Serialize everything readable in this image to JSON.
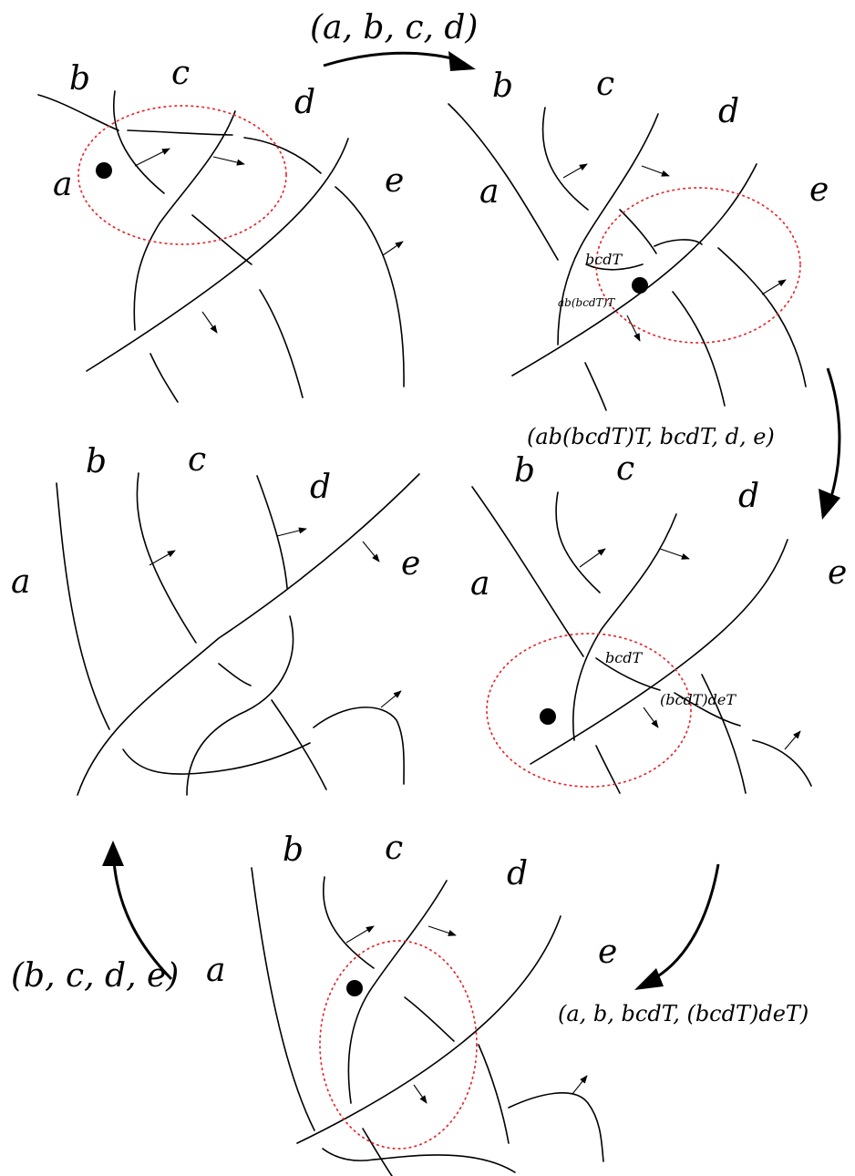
{
  "moves": [
    {
      "label": "(a, b, c, d)"
    },
    {
      "label": "(ab(bcdT)T, bcdT, d, e)"
    },
    {
      "label": "(a, b, bcdT, (bcdT)deT)"
    },
    {
      "label": "(b, c, d, e)"
    }
  ],
  "panels": [
    {
      "strand_labels": [
        "a",
        "b",
        "c",
        "d",
        "e"
      ]
    },
    {
      "strand_labels": [
        "a",
        "b",
        "c",
        "d",
        "e"
      ],
      "annotations": [
        "bcdT",
        "ab(bcdT)T"
      ]
    },
    {
      "strand_labels": [
        "a",
        "b",
        "c",
        "d",
        "e"
      ],
      "annotations": [
        "bcdT",
        "(bcdT)deT"
      ]
    },
    {
      "strand_labels": [
        "a",
        "b",
        "c",
        "d",
        "e"
      ]
    },
    {
      "strand_labels": [
        "a",
        "b",
        "c",
        "d",
        "e"
      ]
    }
  ]
}
